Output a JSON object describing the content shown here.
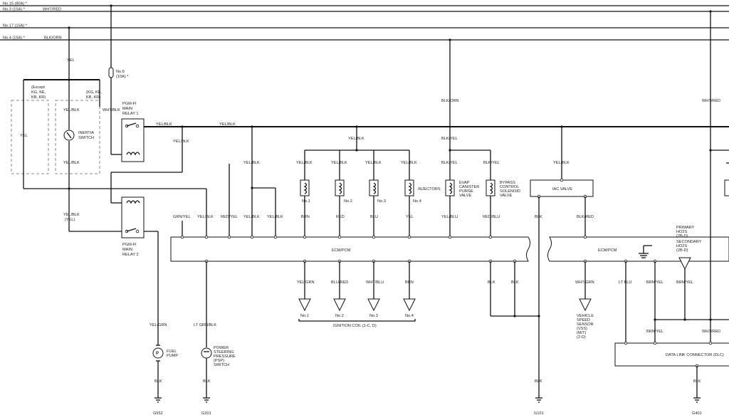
{
  "bus_labels": {
    "no15": "No.15 (80A) *",
    "no3": "No.3 (15A) *",
    "no17": "No.17 (15A) *",
    "no4": "No.4 (15A) *"
  },
  "wire_colors": {
    "wht_red": "WHT/RED",
    "blk_orn": "BLK/ORN",
    "yel": "YEL",
    "yel_blk": "YEL/BLK",
    "yel_blk_yel": "(YEL)",
    "wht_blk": "WHT/BLK",
    "blk_yel": "BLK/YEL",
    "grn_yel": "GRN/YEL",
    "red_yel": "RED/YEL",
    "brn": "BRN",
    "red": "RED",
    "blu": "BLU",
    "yel_blu": "YEL/BLU",
    "red_blu": "RED/BLU",
    "blk": "BLK",
    "blk_red": "BLK/RED",
    "yel_grn": "YEL/GRN",
    "lt_grn_blk": "LT GRN/BLK",
    "blu_red": "BLU/RED",
    "wht_blu": "WHT/BLU",
    "wht_grn": "WHT/GRN",
    "lt_blu": "LT BLU",
    "brn_yel": "BRN/YEL"
  },
  "components": {
    "fuse_no6": "No.6",
    "fuse_no6_rating": "(10A) *",
    "except_note": [
      "(Except",
      "KG, KE,",
      "KB, KR)"
    ],
    "kg_note": [
      "(KG, KE,",
      "KB, KR)"
    ],
    "inertia_switch": [
      "INERTIA",
      "SWITCH"
    ],
    "relay1": [
      "PGM-FI",
      "MAIN",
      "RELAY 1"
    ],
    "relay2": [
      "PGM-FI",
      "MAIN",
      "RELAY 2"
    ],
    "injectors": "INJECTORS",
    "injector_nums": [
      "No.1",
      "No.2",
      "No.3",
      "No.4"
    ],
    "evap": [
      "EVAP",
      "CANISTER",
      "PURGE",
      "VALVE"
    ],
    "bypass": [
      "BYPASS",
      "CONTROL",
      "SOLENOID",
      "VALVE"
    ],
    "iac_valve": "IAC VALVE",
    "ecm_pcm": "ECM/PCM",
    "coil_nums": [
      "No.1",
      "No.2",
      "No.3",
      "No.4"
    ],
    "ignition_coil": "IGNITION COIL (1-C, D)",
    "vss": [
      "VEHICLE",
      "SPEED",
      "SENSOR",
      "(VSS)",
      "(M/T)",
      "(2-D)"
    ],
    "primary_ho2s": [
      "PRIMARY",
      "HO2S",
      "(2B-D)"
    ],
    "secondary_ho2s": [
      "SECONDARY",
      "HO2S",
      "(2B-D)"
    ],
    "fuel_pump": [
      "FUEL",
      "PUMP"
    ],
    "psp": [
      "POWER",
      "STEERING",
      "PRESSURE",
      "(PSP)",
      "SWITCH"
    ],
    "dlc": "DATA LINK CONNECTOR (DLC)"
  },
  "grounds": [
    "G552",
    "G201",
    "G101",
    "G401"
  ]
}
